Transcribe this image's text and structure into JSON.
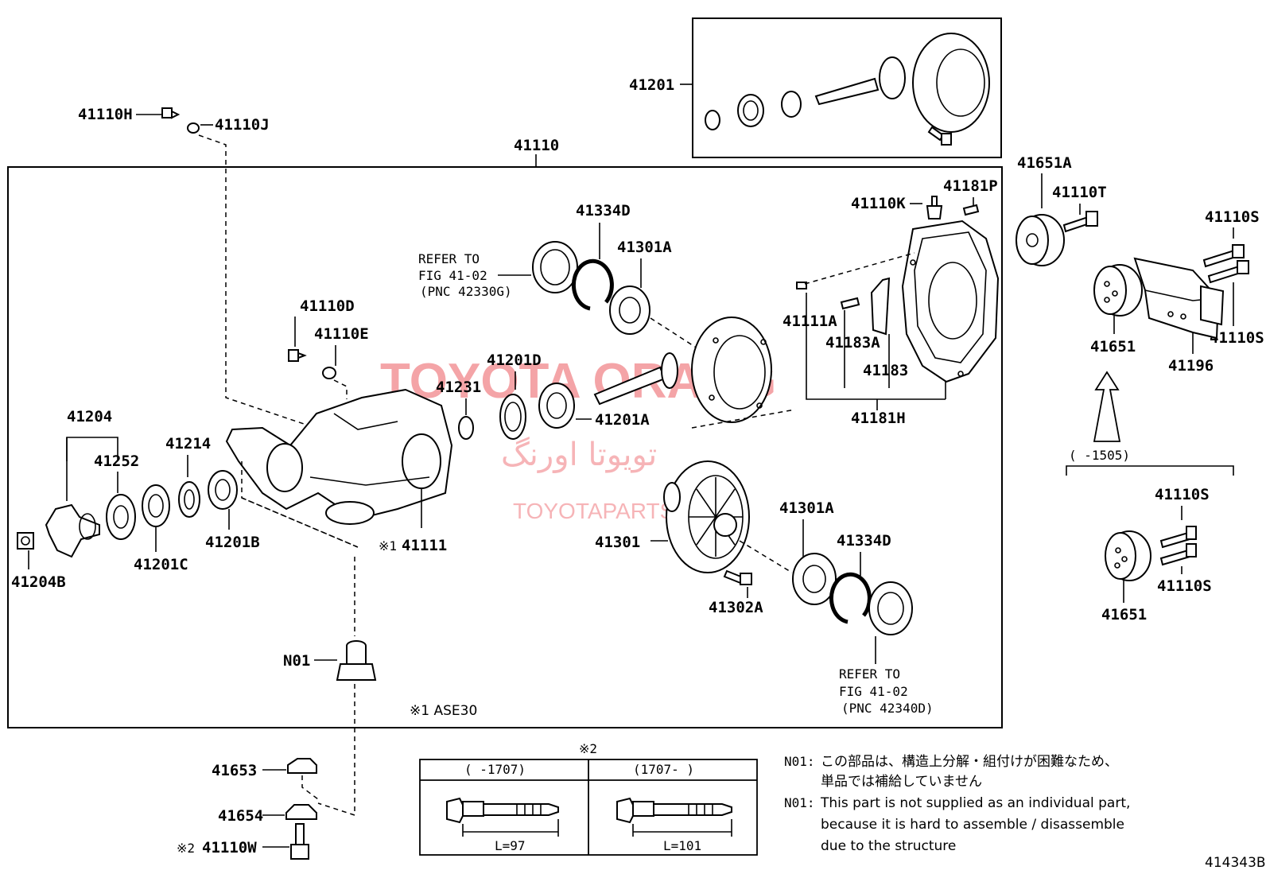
{
  "callouts": {
    "p41201": "41201",
    "p41110H": "41110H",
    "p41110J": "41110J",
    "p41110": "41110",
    "p41651A": "41651A",
    "p41110T": "41110T",
    "p41110S_a": "41110S",
    "p41110S_b": "41110S",
    "p41651_a": "41651",
    "p41196": "41196",
    "p41110K": "41110K",
    "p41181P": "41181P",
    "p41334D_a": "41334D",
    "p41301A_a": "41301A",
    "p41110D": "41110D",
    "p41110E": "41110E",
    "p41111A": "41111A",
    "p41183A": "41183A",
    "p41183": "41183",
    "p41181H": "41181H",
    "p41201D": "41201D",
    "p41231": "41231",
    "p41201A": "41201A",
    "p41204": "41204",
    "p41252": "41252",
    "p41214": "41214",
    "p41201B": "41201B",
    "p41201C": "41201C",
    "p41204B": "41204B",
    "p41111": "41111",
    "p41111_mark": "※1",
    "p41301": "41301",
    "p41301A_b": "41301A",
    "p41334D_b": "41334D",
    "p41302A": "41302A",
    "pN01": "N01",
    "p41110S_c": "41110S",
    "p41110S_d": "41110S",
    "p41651_b": "41651",
    "p41653": "41653",
    "p41654": "41654",
    "p41110W": "41110W",
    "p41110W_mark": "※2"
  },
  "refer_top": {
    "line1": "REFER TO",
    "line2": "FIG 41-02",
    "line3": "(PNC 42330G)"
  },
  "refer_bottom": {
    "line1": "REFER TO",
    "line2": "FIG 41-02",
    "line3": "(PNC 42340D)"
  },
  "range_bracket": "(      -1505)",
  "ase_note": "※1 ASE30",
  "bolt_table": {
    "mark": "※2",
    "col1_header": "(      -1707)",
    "col2_header": "(1707-      )",
    "col1_length": "L=97",
    "col2_length": "L=101"
  },
  "notes": {
    "n01_label_jp": "N01:",
    "n01_jp_line1": "この部品は、構造上分解・組付けが困難なため、",
    "n01_jp_line2": "単品では補給していません",
    "n01_label_en": "N01:",
    "n01_en_line1": "This part is not supplied as an individual part,",
    "n01_en_line2": "because it is hard to assemble / disassemble",
    "n01_en_line3": "due to the structure"
  },
  "watermark": {
    "brand": "TOYOTA ORANG",
    "persian": "تویوتا اورنگ",
    "url": "TOYOTAPARTS.IR"
  },
  "figure_id": "414343B"
}
